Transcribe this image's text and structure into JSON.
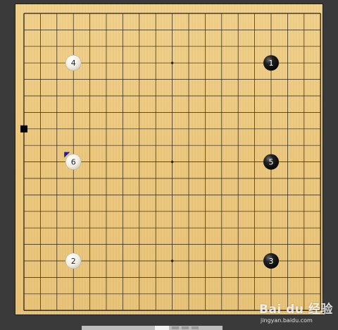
{
  "board": {
    "size": 19,
    "star_points": [
      [
        3,
        3
      ],
      [
        3,
        9
      ],
      [
        3,
        15
      ],
      [
        9,
        3
      ],
      [
        9,
        9
      ],
      [
        9,
        15
      ],
      [
        15,
        3
      ],
      [
        15,
        9
      ],
      [
        15,
        15
      ]
    ],
    "colors": {
      "wood": "#ebc679",
      "line": "#2b2116",
      "black_stone": "#111111",
      "white_stone": "#f4f1e6",
      "last_move_marker": "#1c1cae",
      "side_marker": "#000000"
    }
  },
  "stones": [
    {
      "move": 1,
      "color": "black",
      "col": 15,
      "row": 3,
      "label": "1"
    },
    {
      "move": 2,
      "color": "white",
      "col": 3,
      "row": 15,
      "label": "2"
    },
    {
      "move": 3,
      "color": "black",
      "col": 15,
      "row": 15,
      "label": "3"
    },
    {
      "move": 4,
      "color": "white",
      "col": 3,
      "row": 3,
      "label": "4"
    },
    {
      "move": 5,
      "color": "black",
      "col": 15,
      "row": 9,
      "label": "5"
    },
    {
      "move": 6,
      "color": "white",
      "col": 3,
      "row": 9,
      "label": "6"
    }
  ],
  "last_move": 6,
  "watermark": {
    "main": "Bai du 经验",
    "sub": "jingyan.baidu.com"
  }
}
